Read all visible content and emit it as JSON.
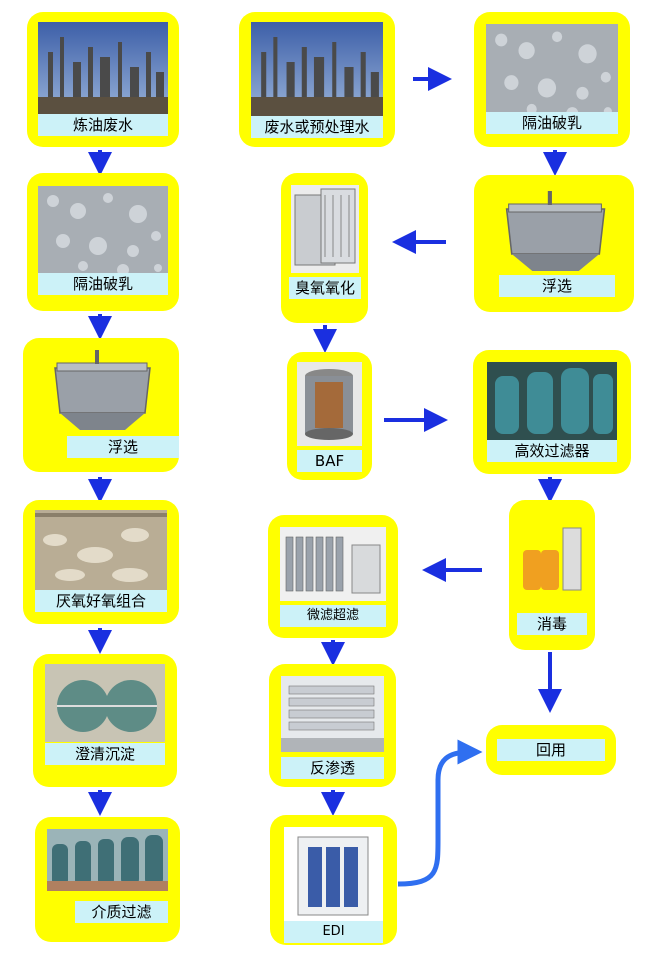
{
  "colors": {
    "box": "#ffff00",
    "label_bg": "#ccf2f8",
    "arrow": "#1a2fe0",
    "curve": "#2f6ff0"
  },
  "left_column": [
    {
      "id": "l1",
      "label": "炼油废水",
      "icon": "refinery-photo"
    },
    {
      "id": "l2",
      "label": "隔油破乳",
      "icon": "water-droplets-photo"
    },
    {
      "id": "l3",
      "label": "浮选",
      "icon": "flotation-tank-photo"
    },
    {
      "id": "l4",
      "label": "厌氧好氧组合",
      "icon": "aeration-basin-photo"
    },
    {
      "id": "l5",
      "label": "澄清沉淀",
      "icon": "clarifier-photo"
    },
    {
      "id": "l6",
      "label": "介质过滤",
      "icon": "media-filter-photo"
    }
  ],
  "right_flow": [
    {
      "id": "r1",
      "label": "废水或预处理水",
      "icon": "refinery-photo"
    },
    {
      "id": "r2",
      "label": "隔油破乳",
      "icon": "water-droplets-photo"
    },
    {
      "id": "r3",
      "label": "浮选",
      "icon": "flotation-tank-photo"
    },
    {
      "id": "r4",
      "label": "臭氧氧化",
      "icon": "ozone-generator-photo"
    },
    {
      "id": "r5",
      "label": "BAF",
      "icon": "baf-reactor-photo"
    },
    {
      "id": "r6",
      "label": "高效过滤器",
      "icon": "high-efficiency-filter-photo"
    },
    {
      "id": "r7",
      "label": "消毒",
      "icon": "disinfection-unit-photo"
    },
    {
      "id": "r8",
      "label": "微滤超滤",
      "icon": "ultrafiltration-photo"
    },
    {
      "id": "r9",
      "label": "反渗透",
      "icon": "reverse-osmosis-photo"
    },
    {
      "id": "r10",
      "label": "EDI",
      "icon": "edi-unit-photo"
    },
    {
      "id": "r11",
      "label": "回用"
    }
  ]
}
